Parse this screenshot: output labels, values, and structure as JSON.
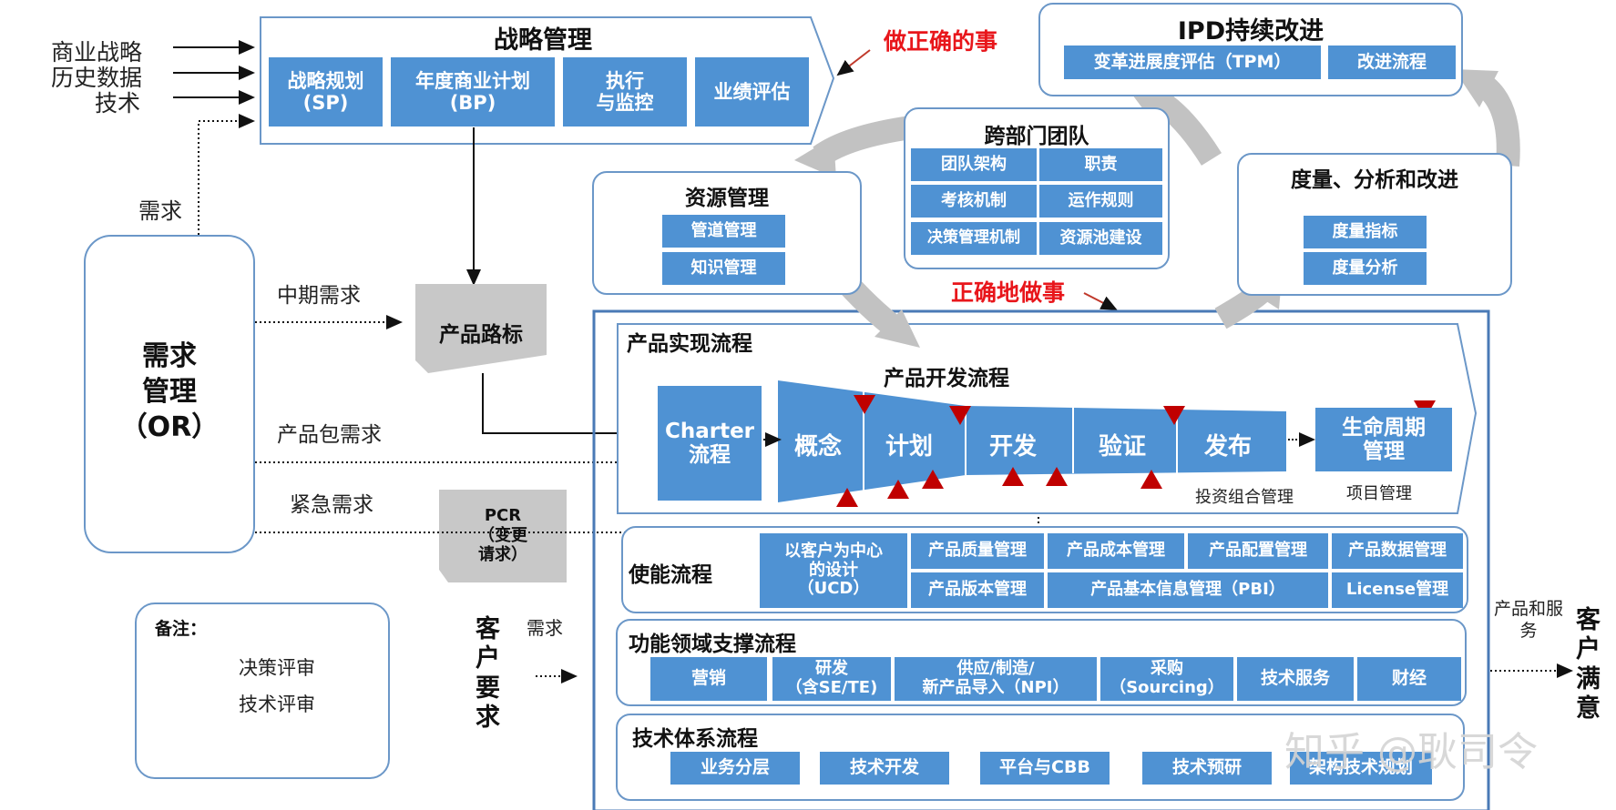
{
  "colors": {
    "box_blue": "#4f92d3",
    "panel_border": "#6b97c8",
    "red": "#e8161b",
    "gray_arrow": "#c2c2c2",
    "gray_box": "#c8c8c8"
  },
  "inputs": {
    "item1": "商业战略",
    "item2": "历史数据",
    "item3": "技术",
    "demand": "需求"
  },
  "strategy": {
    "title": "战略管理",
    "items": [
      "战略规划\n(SP)",
      "年度商业计划\n(BP)",
      "执行\n与监控",
      "业绩评估"
    ]
  },
  "do_right": "做正确的事",
  "do_right_way": "正确地做事",
  "ipd": {
    "title": "IPD持续改进",
    "items": [
      "变革进展度评估（TPM）",
      "改进流程"
    ]
  },
  "cross_team": {
    "title": "跨部门团队",
    "items": [
      "团队架构",
      "职责",
      "考核机制",
      "运作规则",
      "决策管理机制",
      "资源池建设"
    ]
  },
  "resource": {
    "title": "资源管理",
    "items": [
      "管道管理",
      "知识管理"
    ]
  },
  "measure": {
    "title": "度量、分析和改进",
    "items": [
      "度量指标",
      "度量分析"
    ]
  },
  "demand_mgmt": {
    "title": "需求\n管理\n（OR）",
    "mid": "中期需求",
    "pkg": "产品包需求",
    "urgent": "紧急需求"
  },
  "roadmap": "产品路标",
  "pcr": "PCR\n（变更\n请求）",
  "realization": {
    "title": "产品实现流程",
    "dev_title": "产品开发流程",
    "charter": "Charter\n流程",
    "phases": [
      "概念",
      "计划",
      "开发",
      "验证",
      "发布"
    ],
    "lifecycle": "生命周期\n管理",
    "portfolio": "投资组合管理",
    "project": "项目管理"
  },
  "enabling": {
    "title": "使能流程",
    "ucd": "以客户为中心\n的设计\n（UCD）",
    "items": [
      "产品质量管理",
      "产品成本管理",
      "产品配置管理",
      "产品数据管理",
      "产品版本管理",
      "产品基本信息管理（PBI）",
      "License管理"
    ]
  },
  "functional": {
    "title": "功能领域支撑流程",
    "items": [
      "营销",
      "研发\n（含SE/TE)",
      "供应/制造/\n新产品导入（NPI）",
      "采购\n（Sourcing）",
      "技术服务",
      "财经"
    ]
  },
  "tech": {
    "title": "技术体系流程",
    "items": [
      "业务分层",
      "技术开发",
      "平台与CBB",
      "技术预研",
      "架构技术规划"
    ]
  },
  "legend": {
    "title": "备注：",
    "decision": "决策评审",
    "technical": "技术评审"
  },
  "customer_req": "客\n户\n要\n求",
  "customer_req_demand": "需求",
  "output": "产品和服\n务",
  "satisfaction": "客\n户\n满\n意",
  "watermark": "知乎 @耿司令"
}
